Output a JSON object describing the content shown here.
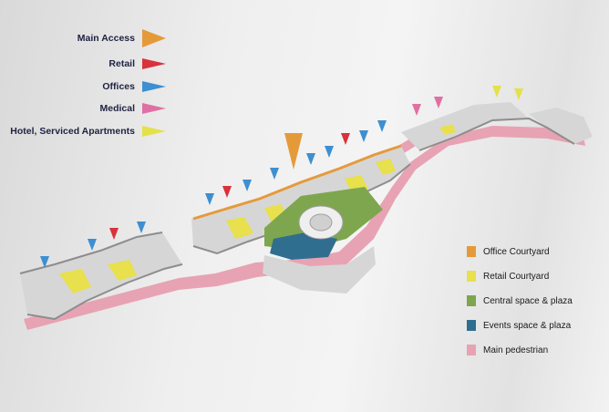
{
  "arrow_legend": [
    {
      "label": "Main Access",
      "color": "#e59a3a",
      "icon": "large-triangle-arrow"
    },
    {
      "label": "Retail",
      "color": "#d8323a",
      "icon": "triangle-arrow"
    },
    {
      "label": "Offices",
      "color": "#3d8fd1",
      "icon": "triangle-arrow"
    },
    {
      "label": "Medical",
      "color": "#e070a3",
      "icon": "triangle-arrow"
    },
    {
      "label": "Hotel, Serviced Apartments",
      "color": "#e4e14a",
      "icon": "triangle-arrow"
    }
  ],
  "zone_legend": [
    {
      "label": "Office Courtyard",
      "color": "#e59a3a"
    },
    {
      "label": "Retail Courtyard",
      "color": "#e8e04c"
    },
    {
      "label": "Central space & plaza",
      "color": "#7ea64f"
    },
    {
      "label": "Events space & plaza",
      "color": "#2f6e8f"
    },
    {
      "label": "Main pedestrian",
      "color": "#e7a3b3"
    }
  ],
  "colors": {
    "pedestrian": "#e7a3b3",
    "building": "#d6d6d6",
    "building_dark": "#8d8d8d",
    "plaza": "#7ea64f",
    "water": "#2f6e8f"
  }
}
